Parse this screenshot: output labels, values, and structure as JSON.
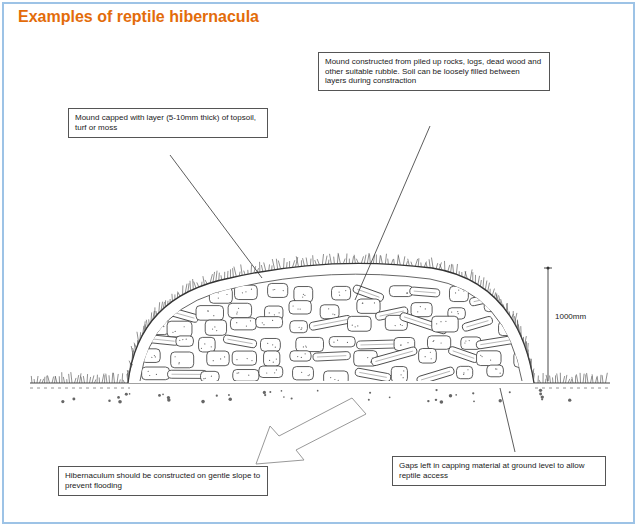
{
  "diagram": {
    "title": "Examples of reptile hibernacula",
    "nodes": [
      {
        "text": [
          "Mound capped with layer (5-10mm thick) of topsoil, turf or moss"
        ]
      },
      {
        "text": [
          "Mound constructed from piled up rocks, logs, dead wood and other suitable rubble. Soil can be loosely filled between layers during constraction"
        ]
      },
      {
        "text": [
          "Hibernaculum should be constructed on gentle slope to prevent flooding"
        ]
      },
      {
        "text": [
          "Gaps left in capping material at ground level to allow reptile access"
        ]
      }
    ],
    "labels": [
      "1000mm"
    ]
  }
}
